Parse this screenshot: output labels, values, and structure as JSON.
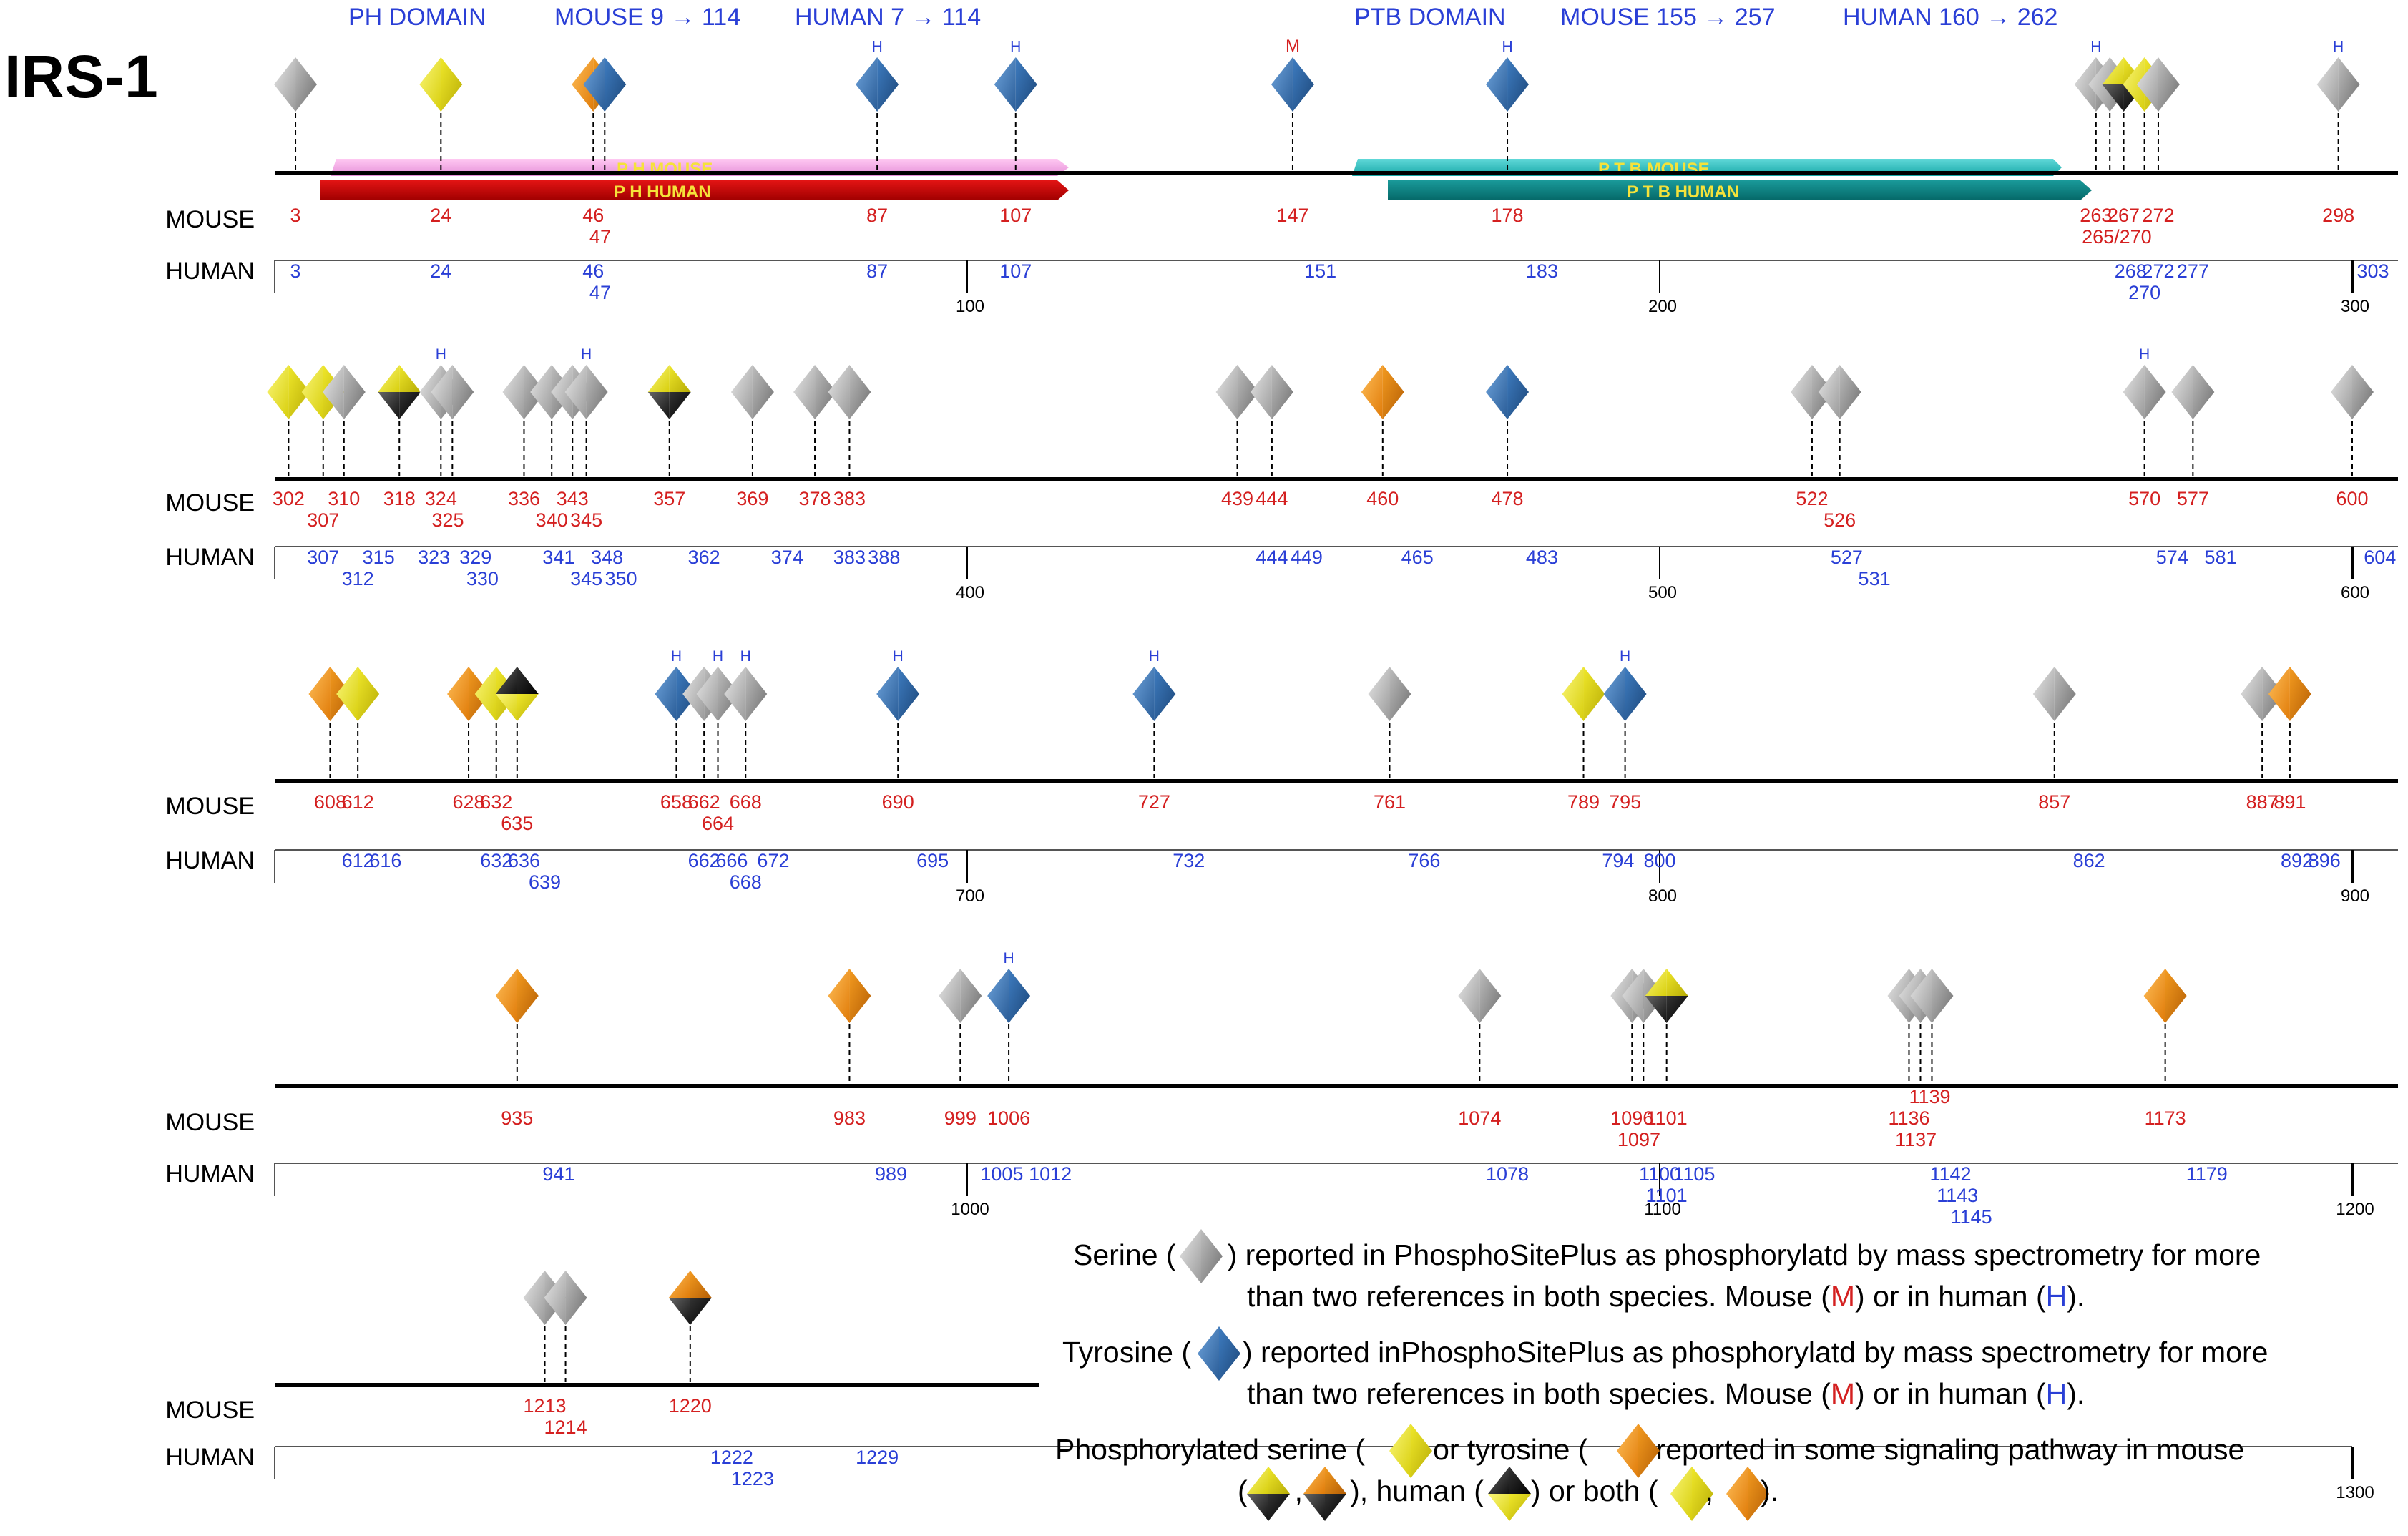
{
  "title": "IRS-1",
  "headers": {
    "ph": "PH DOMAIN",
    "ph_mouse": "MOUSE 9 → 114",
    "ph_human": "HUMAN 7 → 114",
    "ptb": "PTB DOMAIN",
    "ptb_mouse": "MOUSE 155 → 257",
    "ptb_human": "HUMAN 160 → 262"
  },
  "labels": {
    "mouse": "MOUSE",
    "human": "HUMAN"
  },
  "bars": {
    "ph_mouse": "P   H          MOUSE",
    "ph_human": "P   H          HUMAN",
    "ptb_mouse": "P     T     B          MOUSE",
    "ptb_human": "P     T     B          HUMAN"
  },
  "colors": {
    "serine": "#a9a9a9",
    "tyrosine": "#2f6fb3",
    "yellow": "#f0e81a",
    "orange": "#ef8a10",
    "mouse_text": "#d42020",
    "human_text": "#2a3fd6"
  },
  "rows": [
    {
      "axis_start": 0,
      "axis_end": 300,
      "line_end_fraction": 1.0,
      "ticks": [
        "100",
        "200",
        "300"
      ],
      "markers": [
        {
          "pos": 3,
          "type": "gray"
        },
        {
          "pos": 24,
          "type": "yellow"
        },
        {
          "pos": 46,
          "type": "orange"
        },
        {
          "pos": 47,
          "type": "blue"
        },
        {
          "pos": 87,
          "type": "blue",
          "label": "H"
        },
        {
          "pos": 107,
          "type": "blue",
          "label": "H"
        },
        {
          "pos": 147,
          "type": "blue",
          "label": "M"
        },
        {
          "pos": 178,
          "type": "blue",
          "label": "H"
        },
        {
          "pos": 263,
          "type": "gray",
          "label": "H"
        },
        {
          "pos": 265,
          "type": "gray"
        },
        {
          "pos": 267,
          "type": "yellow_black"
        },
        {
          "pos": 270,
          "type": "yellow"
        },
        {
          "pos": 272,
          "type": "gray"
        },
        {
          "pos": 298,
          "type": "gray",
          "label": "H"
        }
      ],
      "mouse_labels": [
        {
          "pos": 3,
          "text": "3",
          "line": 0
        },
        {
          "pos": 24,
          "text": "24",
          "line": 0
        },
        {
          "pos": 46,
          "text": "46",
          "line": 0
        },
        {
          "pos": 47,
          "text": "47",
          "line": 1
        },
        {
          "pos": 87,
          "text": "87",
          "line": 0
        },
        {
          "pos": 107,
          "text": "107",
          "line": 0
        },
        {
          "pos": 147,
          "text": "147",
          "line": 0
        },
        {
          "pos": 178,
          "text": "178",
          "line": 0
        },
        {
          "pos": 263,
          "text": "263",
          "line": 0
        },
        {
          "pos": 267,
          "text": "267",
          "line": 0
        },
        {
          "pos": 272,
          "text": "272",
          "line": 0
        },
        {
          "pos": 266,
          "text": "265/270",
          "line": 1
        },
        {
          "pos": 298,
          "text": "298",
          "line": 0
        }
      ],
      "human_labels": [
        {
          "pos": 3,
          "text": "3",
          "line": 0
        },
        {
          "pos": 24,
          "text": "24",
          "line": 0
        },
        {
          "pos": 46,
          "text": "46",
          "line": 0
        },
        {
          "pos": 47,
          "text": "47",
          "line": 1
        },
        {
          "pos": 87,
          "text": "87",
          "line": 0
        },
        {
          "pos": 107,
          "text": "107",
          "line": 0
        },
        {
          "pos": 151,
          "text": "151",
          "line": 0
        },
        {
          "pos": 183,
          "text": "183",
          "line": 0
        },
        {
          "pos": 268,
          "text": "268",
          "line": 0
        },
        {
          "pos": 272,
          "text": "272",
          "line": 0
        },
        {
          "pos": 277,
          "text": "277",
          "line": 0
        },
        {
          "pos": 270,
          "text": "270",
          "line": 1
        },
        {
          "pos": 303,
          "text": "303",
          "line": 0
        }
      ]
    },
    {
      "axis_start": 300,
      "axis_end": 600,
      "line_end_fraction": 1.0,
      "ticks": [
        "400",
        "500",
        "600"
      ],
      "markers": [
        {
          "pos": 302,
          "type": "yellow"
        },
        {
          "pos": 307,
          "type": "yellow"
        },
        {
          "pos": 310,
          "type": "gray"
        },
        {
          "pos": 318,
          "type": "yellow_black"
        },
        {
          "pos": 324,
          "type": "gray",
          "label": "H"
        },
        {
          "pos": 325,
          "type": "gray"
        },
        {
          "pos": 336,
          "type": "gray"
        },
        {
          "pos": 340,
          "type": "gray"
        },
        {
          "pos": 343,
          "type": "gray"
        },
        {
          "pos": 345,
          "type": "gray",
          "label": "H"
        },
        {
          "pos": 357,
          "type": "yellow_black"
        },
        {
          "pos": 369,
          "type": "gray"
        },
        {
          "pos": 378,
          "type": "gray"
        },
        {
          "pos": 383,
          "type": "gray"
        },
        {
          "pos": 439,
          "type": "gray"
        },
        {
          "pos": 444,
          "type": "gray"
        },
        {
          "pos": 460,
          "type": "orange"
        },
        {
          "pos": 478,
          "type": "blue"
        },
        {
          "pos": 522,
          "type": "gray"
        },
        {
          "pos": 526,
          "type": "gray"
        },
        {
          "pos": 570,
          "type": "gray",
          "label": "H"
        },
        {
          "pos": 577,
          "type": "gray"
        },
        {
          "pos": 600,
          "type": "gray"
        }
      ],
      "mouse_labels": [
        {
          "pos": 302,
          "text": "302",
          "line": 0
        },
        {
          "pos": 307,
          "text": "307",
          "line": 1
        },
        {
          "pos": 310,
          "text": "310",
          "line": 0
        },
        {
          "pos": 318,
          "text": "318",
          "line": 0
        },
        {
          "pos": 324,
          "text": "324",
          "line": 0
        },
        {
          "pos": 325,
          "text": "325",
          "line": 1
        },
        {
          "pos": 336,
          "text": "336",
          "line": 0
        },
        {
          "pos": 340,
          "text": "340",
          "line": 1
        },
        {
          "pos": 343,
          "text": "343",
          "line": 0
        },
        {
          "pos": 345,
          "text": "345",
          "line": 1
        },
        {
          "pos": 357,
          "text": "357",
          "line": 0
        },
        {
          "pos": 369,
          "text": "369",
          "line": 0
        },
        {
          "pos": 378,
          "text": "378",
          "line": 0
        },
        {
          "pos": 383,
          "text": "383",
          "line": 0
        },
        {
          "pos": 439,
          "text": "439",
          "line": 0
        },
        {
          "pos": 444,
          "text": "444",
          "line": 0
        },
        {
          "pos": 460,
          "text": "460",
          "line": 0
        },
        {
          "pos": 478,
          "text": "478",
          "line": 0
        },
        {
          "pos": 522,
          "text": "522",
          "line": 0
        },
        {
          "pos": 526,
          "text": "526",
          "line": 1
        },
        {
          "pos": 570,
          "text": "570",
          "line": 0
        },
        {
          "pos": 577,
          "text": "577",
          "line": 0
        },
        {
          "pos": 600,
          "text": "600",
          "line": 0
        }
      ],
      "human_labels": [
        {
          "pos": 307,
          "text": "307",
          "line": 0
        },
        {
          "pos": 312,
          "text": "312",
          "line": 1
        },
        {
          "pos": 315,
          "text": "315",
          "line": 0
        },
        {
          "pos": 323,
          "text": "323",
          "line": 0
        },
        {
          "pos": 329,
          "text": "329",
          "line": 0
        },
        {
          "pos": 330,
          "text": "330",
          "line": 1
        },
        {
          "pos": 341,
          "text": "341",
          "line": 0
        },
        {
          "pos": 345,
          "text": "345",
          "line": 1
        },
        {
          "pos": 348,
          "text": "348",
          "line": 0
        },
        {
          "pos": 350,
          "text": "350",
          "line": 1
        },
        {
          "pos": 362,
          "text": "362",
          "line": 0
        },
        {
          "pos": 374,
          "text": "374",
          "line": 0
        },
        {
          "pos": 383,
          "text": "383",
          "line": 0
        },
        {
          "pos": 388,
          "text": "388",
          "line": 0
        },
        {
          "pos": 444,
          "text": "444",
          "line": 0
        },
        {
          "pos": 449,
          "text": "449",
          "line": 0
        },
        {
          "pos": 465,
          "text": "465",
          "line": 0
        },
        {
          "pos": 483,
          "text": "483",
          "line": 0
        },
        {
          "pos": 527,
          "text": "527",
          "line": 0
        },
        {
          "pos": 531,
          "text": "531",
          "line": 1
        },
        {
          "pos": 574,
          "text": "574",
          "line": 0
        },
        {
          "pos": 581,
          "text": "581",
          "line": 0
        },
        {
          "pos": 604,
          "text": "604",
          "line": 0
        }
      ]
    },
    {
      "axis_start": 600,
      "axis_end": 900,
      "line_end_fraction": 1.0,
      "ticks": [
        "700",
        "800",
        "900"
      ],
      "markers": [
        {
          "pos": 608,
          "type": "orange"
        },
        {
          "pos": 612,
          "type": "yellow"
        },
        {
          "pos": 628,
          "type": "orange"
        },
        {
          "pos": 632,
          "type": "yellow"
        },
        {
          "pos": 635,
          "type": "black_yellow"
        },
        {
          "pos": 658,
          "type": "blue",
          "label": "H"
        },
        {
          "pos": 662,
          "type": "gray"
        },
        {
          "pos": 664,
          "type": "gray",
          "label": "H"
        },
        {
          "pos": 668,
          "type": "gray",
          "label": "H"
        },
        {
          "pos": 690,
          "type": "blue",
          "label": "H"
        },
        {
          "pos": 727,
          "type": "blue",
          "label": "H"
        },
        {
          "pos": 761,
          "type": "gray"
        },
        {
          "pos": 789,
          "type": "yellow"
        },
        {
          "pos": 795,
          "type": "blue",
          "label": "H"
        },
        {
          "pos": 857,
          "type": "gray"
        },
        {
          "pos": 887,
          "type": "gray"
        },
        {
          "pos": 891,
          "type": "orange"
        }
      ],
      "mouse_labels": [
        {
          "pos": 608,
          "text": "608",
          "line": 0
        },
        {
          "pos": 612,
          "text": "612",
          "line": 0
        },
        {
          "pos": 628,
          "text": "628",
          "line": 0
        },
        {
          "pos": 632,
          "text": "632",
          "line": 0
        },
        {
          "pos": 635,
          "text": "635",
          "line": 1
        },
        {
          "pos": 658,
          "text": "658",
          "line": 0
        },
        {
          "pos": 662,
          "text": "662",
          "line": 0
        },
        {
          "pos": 664,
          "text": "664",
          "line": 1
        },
        {
          "pos": 668,
          "text": "668",
          "line": 0
        },
        {
          "pos": 690,
          "text": "690",
          "line": 0
        },
        {
          "pos": 727,
          "text": "727",
          "line": 0
        },
        {
          "pos": 761,
          "text": "761",
          "line": 0
        },
        {
          "pos": 789,
          "text": "789",
          "line": 0
        },
        {
          "pos": 795,
          "text": "795",
          "line": 0
        },
        {
          "pos": 857,
          "text": "857",
          "line": 0
        },
        {
          "pos": 887,
          "text": "887",
          "line": 0
        },
        {
          "pos": 891,
          "text": "891",
          "line": 0
        }
      ],
      "human_labels": [
        {
          "pos": 612,
          "text": "612",
          "line": 0
        },
        {
          "pos": 616,
          "text": "616",
          "line": 0
        },
        {
          "pos": 632,
          "text": "632",
          "line": 0
        },
        {
          "pos": 636,
          "text": "636",
          "line": 0
        },
        {
          "pos": 639,
          "text": "639",
          "line": 1
        },
        {
          "pos": 662,
          "text": "662",
          "line": 0
        },
        {
          "pos": 666,
          "text": "666",
          "line": 0
        },
        {
          "pos": 668,
          "text": "668",
          "line": 1
        },
        {
          "pos": 672,
          "text": "672",
          "line": 0
        },
        {
          "pos": 695,
          "text": "695",
          "line": 0
        },
        {
          "pos": 732,
          "text": "732",
          "line": 0
        },
        {
          "pos": 766,
          "text": "766",
          "line": 0
        },
        {
          "pos": 794,
          "text": "794",
          "line": 0
        },
        {
          "pos": 800,
          "text": "800",
          "line": 0
        },
        {
          "pos": 862,
          "text": "862",
          "line": 0
        },
        {
          "pos": 892,
          "text": "892",
          "line": 0
        },
        {
          "pos": 896,
          "text": "896",
          "line": 0
        }
      ]
    },
    {
      "axis_start": 900,
      "axis_end": 1200,
      "line_end_fraction": 1.0,
      "ticks": [
        "1000",
        "1100",
        "1200"
      ],
      "markers": [
        {
          "pos": 935,
          "type": "orange"
        },
        {
          "pos": 983,
          "type": "orange"
        },
        {
          "pos": 999,
          "type": "gray"
        },
        {
          "pos": 1006,
          "type": "blue",
          "label": "H"
        },
        {
          "pos": 1074,
          "type": "gray"
        },
        {
          "pos": 1096,
          "type": "gray"
        },
        {
          "pos": 1097,
          "type": "gray"
        },
        {
          "pos": 1101,
          "type": "yellow_black"
        },
        {
          "pos": 1136,
          "type": "gray"
        },
        {
          "pos": 1137,
          "type": "gray"
        },
        {
          "pos": 1139,
          "type": "gray"
        },
        {
          "pos": 1173,
          "type": "orange"
        }
      ],
      "mouse_labels": [
        {
          "pos": 935,
          "text": "935",
          "line": 0
        },
        {
          "pos": 983,
          "text": "983",
          "line": 0
        },
        {
          "pos": 999,
          "text": "999",
          "line": 0
        },
        {
          "pos": 1006,
          "text": "1006",
          "line": 0
        },
        {
          "pos": 1074,
          "text": "1074",
          "line": 0
        },
        {
          "pos": 1096,
          "text": "1096",
          "line": 0
        },
        {
          "pos": 1097,
          "text": "1097",
          "line": 1
        },
        {
          "pos": 1101,
          "text": "1101",
          "line": 0
        },
        {
          "pos": 1139,
          "text": "1139",
          "line": -1
        },
        {
          "pos": 1136,
          "text": "1136",
          "line": 0
        },
        {
          "pos": 1137,
          "text": "1137",
          "line": 1
        },
        {
          "pos": 1173,
          "text": "1173",
          "line": 0
        }
      ],
      "human_labels": [
        {
          "pos": 941,
          "text": "941",
          "line": 0
        },
        {
          "pos": 989,
          "text": "989",
          "line": 0
        },
        {
          "pos": 1005,
          "text": "1005",
          "line": 0
        },
        {
          "pos": 1012,
          "text": "1012",
          "line": 0
        },
        {
          "pos": 1078,
          "text": "1078",
          "line": 0
        },
        {
          "pos": 1100,
          "text": "1100",
          "line": 0
        },
        {
          "pos": 1101,
          "text": "1101",
          "line": 1
        },
        {
          "pos": 1105,
          "text": "1105",
          "line": 0
        },
        {
          "pos": 1142,
          "text": "1142",
          "line": 0
        },
        {
          "pos": 1143,
          "text": "1143",
          "line": 1
        },
        {
          "pos": 1145,
          "text": "1145",
          "line": 2
        },
        {
          "pos": 1179,
          "text": "1179",
          "line": 0
        }
      ]
    },
    {
      "axis_start": 1200,
      "axis_end": 1300,
      "line_end_fraction": 0.43,
      "ticks": [
        "1300"
      ],
      "markers": [
        {
          "pos": 1213,
          "type": "gray"
        },
        {
          "pos": 1214,
          "type": "gray"
        },
        {
          "pos": 1220,
          "type": "orange_black"
        }
      ],
      "mouse_labels": [
        {
          "pos": 1213,
          "text": "1213",
          "line": 0
        },
        {
          "pos": 1220,
          "text": "1220",
          "line": 0
        },
        {
          "pos": 1214,
          "text": "1214",
          "line": 1
        }
      ],
      "human_labels": [
        {
          "pos": 1222,
          "text": "1222",
          "line": 0
        },
        {
          "pos": 1229,
          "text": "1229",
          "line": 0
        },
        {
          "pos": 1223,
          "text": "1223",
          "line": 1
        }
      ]
    }
  ],
  "legend": {
    "serine_pre": "Serine (",
    "serine_post": ") reported in PhosphoSitePlus as phosphorylatd by mass spectrometry for more",
    "serine_line2a": "than two references in both species. Mouse (",
    "m": "M",
    "mid": ") or in human (",
    "h": "H",
    "end": ").",
    "tyr_pre": "Tyrosine (",
    "tyr_post": ") reported inPhosphoSitePlus as phosphorylatd by mass spectrometry for more",
    "tyr_line2a": "than two references in both species. Mouse (",
    "phos_pre": "Phosphorylated serine (",
    "phos_mid": ") or tyrosine (",
    "phos_post": ") reported in some signaling pathway in mouse",
    "l4_open": "(",
    "l4_comma1": ",",
    "l4_human": "), human (",
    "l4_both": ") or both (",
    "l4_comma2": ",",
    "l4_end": ")."
  }
}
